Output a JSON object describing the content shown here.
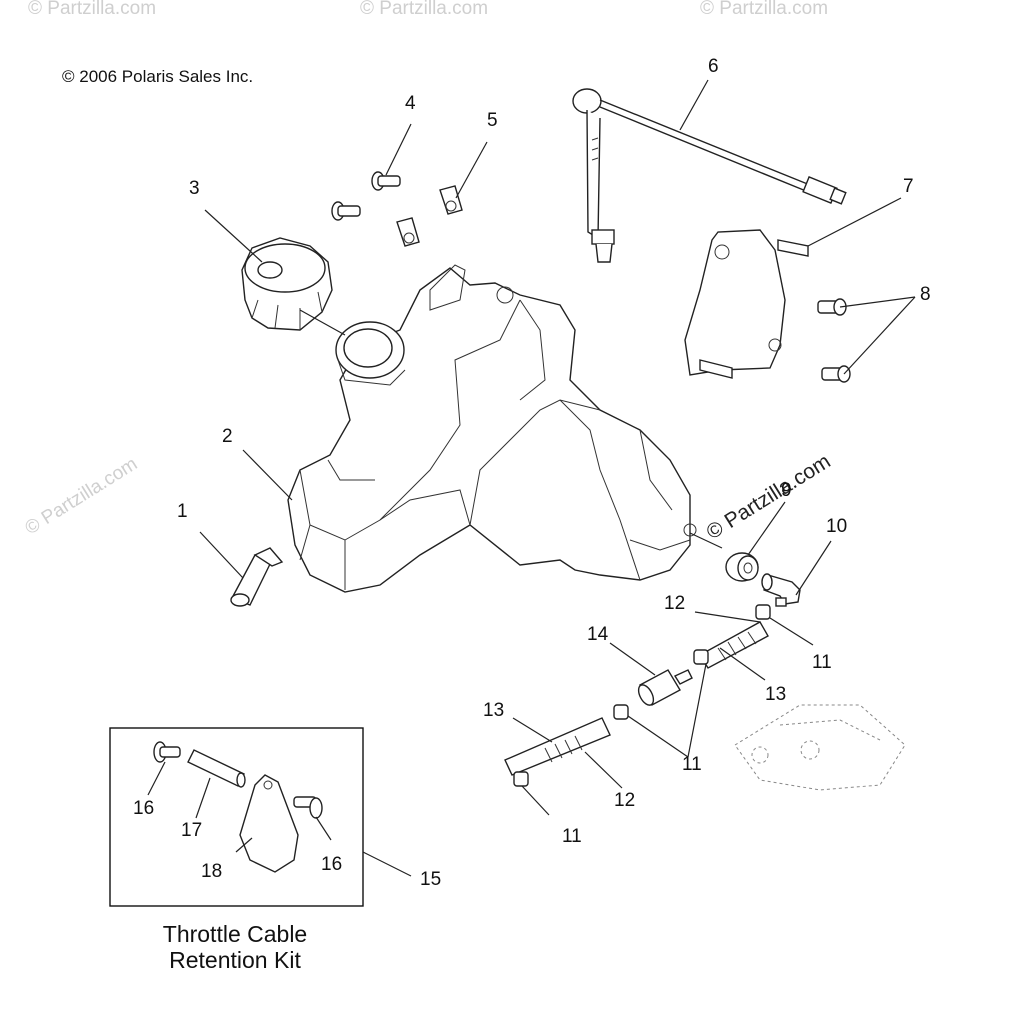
{
  "copyright": "© 2006 Polaris Sales Inc.",
  "watermark": "© Partzilla.com",
  "callouts": [
    "1",
    "2",
    "3",
    "4",
    "5",
    "6",
    "7",
    "8",
    "9",
    "10",
    "11",
    "12",
    "13",
    "14",
    "15",
    "16",
    "17",
    "18"
  ],
  "kit_box": {
    "title_line1": "Throttle Cable",
    "title_line2": "Retention Kit"
  },
  "parts": [
    {
      "n": "1",
      "icon": "clip"
    },
    {
      "n": "2",
      "icon": "fuel-tank"
    },
    {
      "n": "3",
      "icon": "fuel-cap"
    },
    {
      "n": "4",
      "icon": "screw"
    },
    {
      "n": "5",
      "icon": "speed-nut"
    },
    {
      "n": "6",
      "icon": "fuel-level-sender"
    },
    {
      "n": "7",
      "icon": "bracket-stud"
    },
    {
      "n": "8",
      "icon": "bolt"
    },
    {
      "n": "9",
      "icon": "grommet"
    },
    {
      "n": "10",
      "icon": "elbow-fitting"
    },
    {
      "n": "11",
      "icon": "hose-clamp"
    },
    {
      "n": "12",
      "icon": "hose-sleeve"
    },
    {
      "n": "13",
      "icon": "fuel-hose"
    },
    {
      "n": "14",
      "icon": "fuel-filter"
    },
    {
      "n": "15",
      "icon": "retention-kit"
    },
    {
      "n": "16",
      "icon": "rivet"
    },
    {
      "n": "17",
      "icon": "spacer"
    },
    {
      "n": "18",
      "icon": "p-clamp"
    }
  ]
}
